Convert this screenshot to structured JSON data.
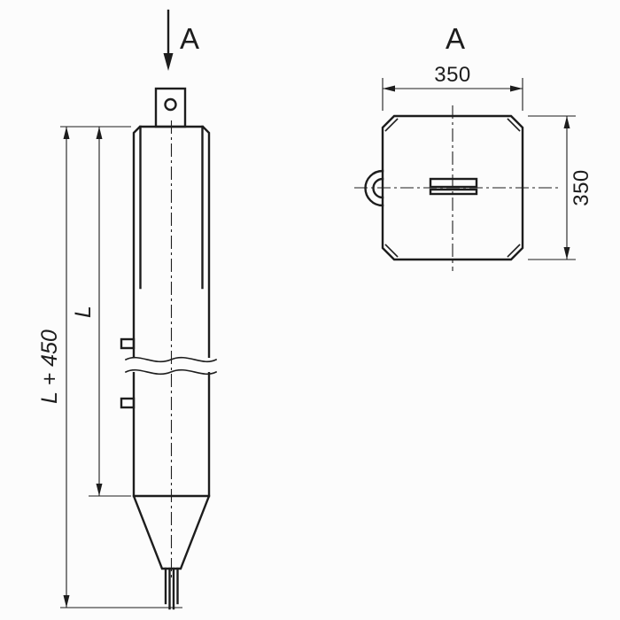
{
  "page": {
    "background": "#fcfcfc",
    "ink": "#1d1d1d"
  },
  "front_view": {
    "section_arrow_label": "A",
    "dim_total_length": "L + 450",
    "dim_shaft_length": "L"
  },
  "section_view": {
    "view_label": "A",
    "dim_width": "350",
    "dim_depth": "350"
  }
}
